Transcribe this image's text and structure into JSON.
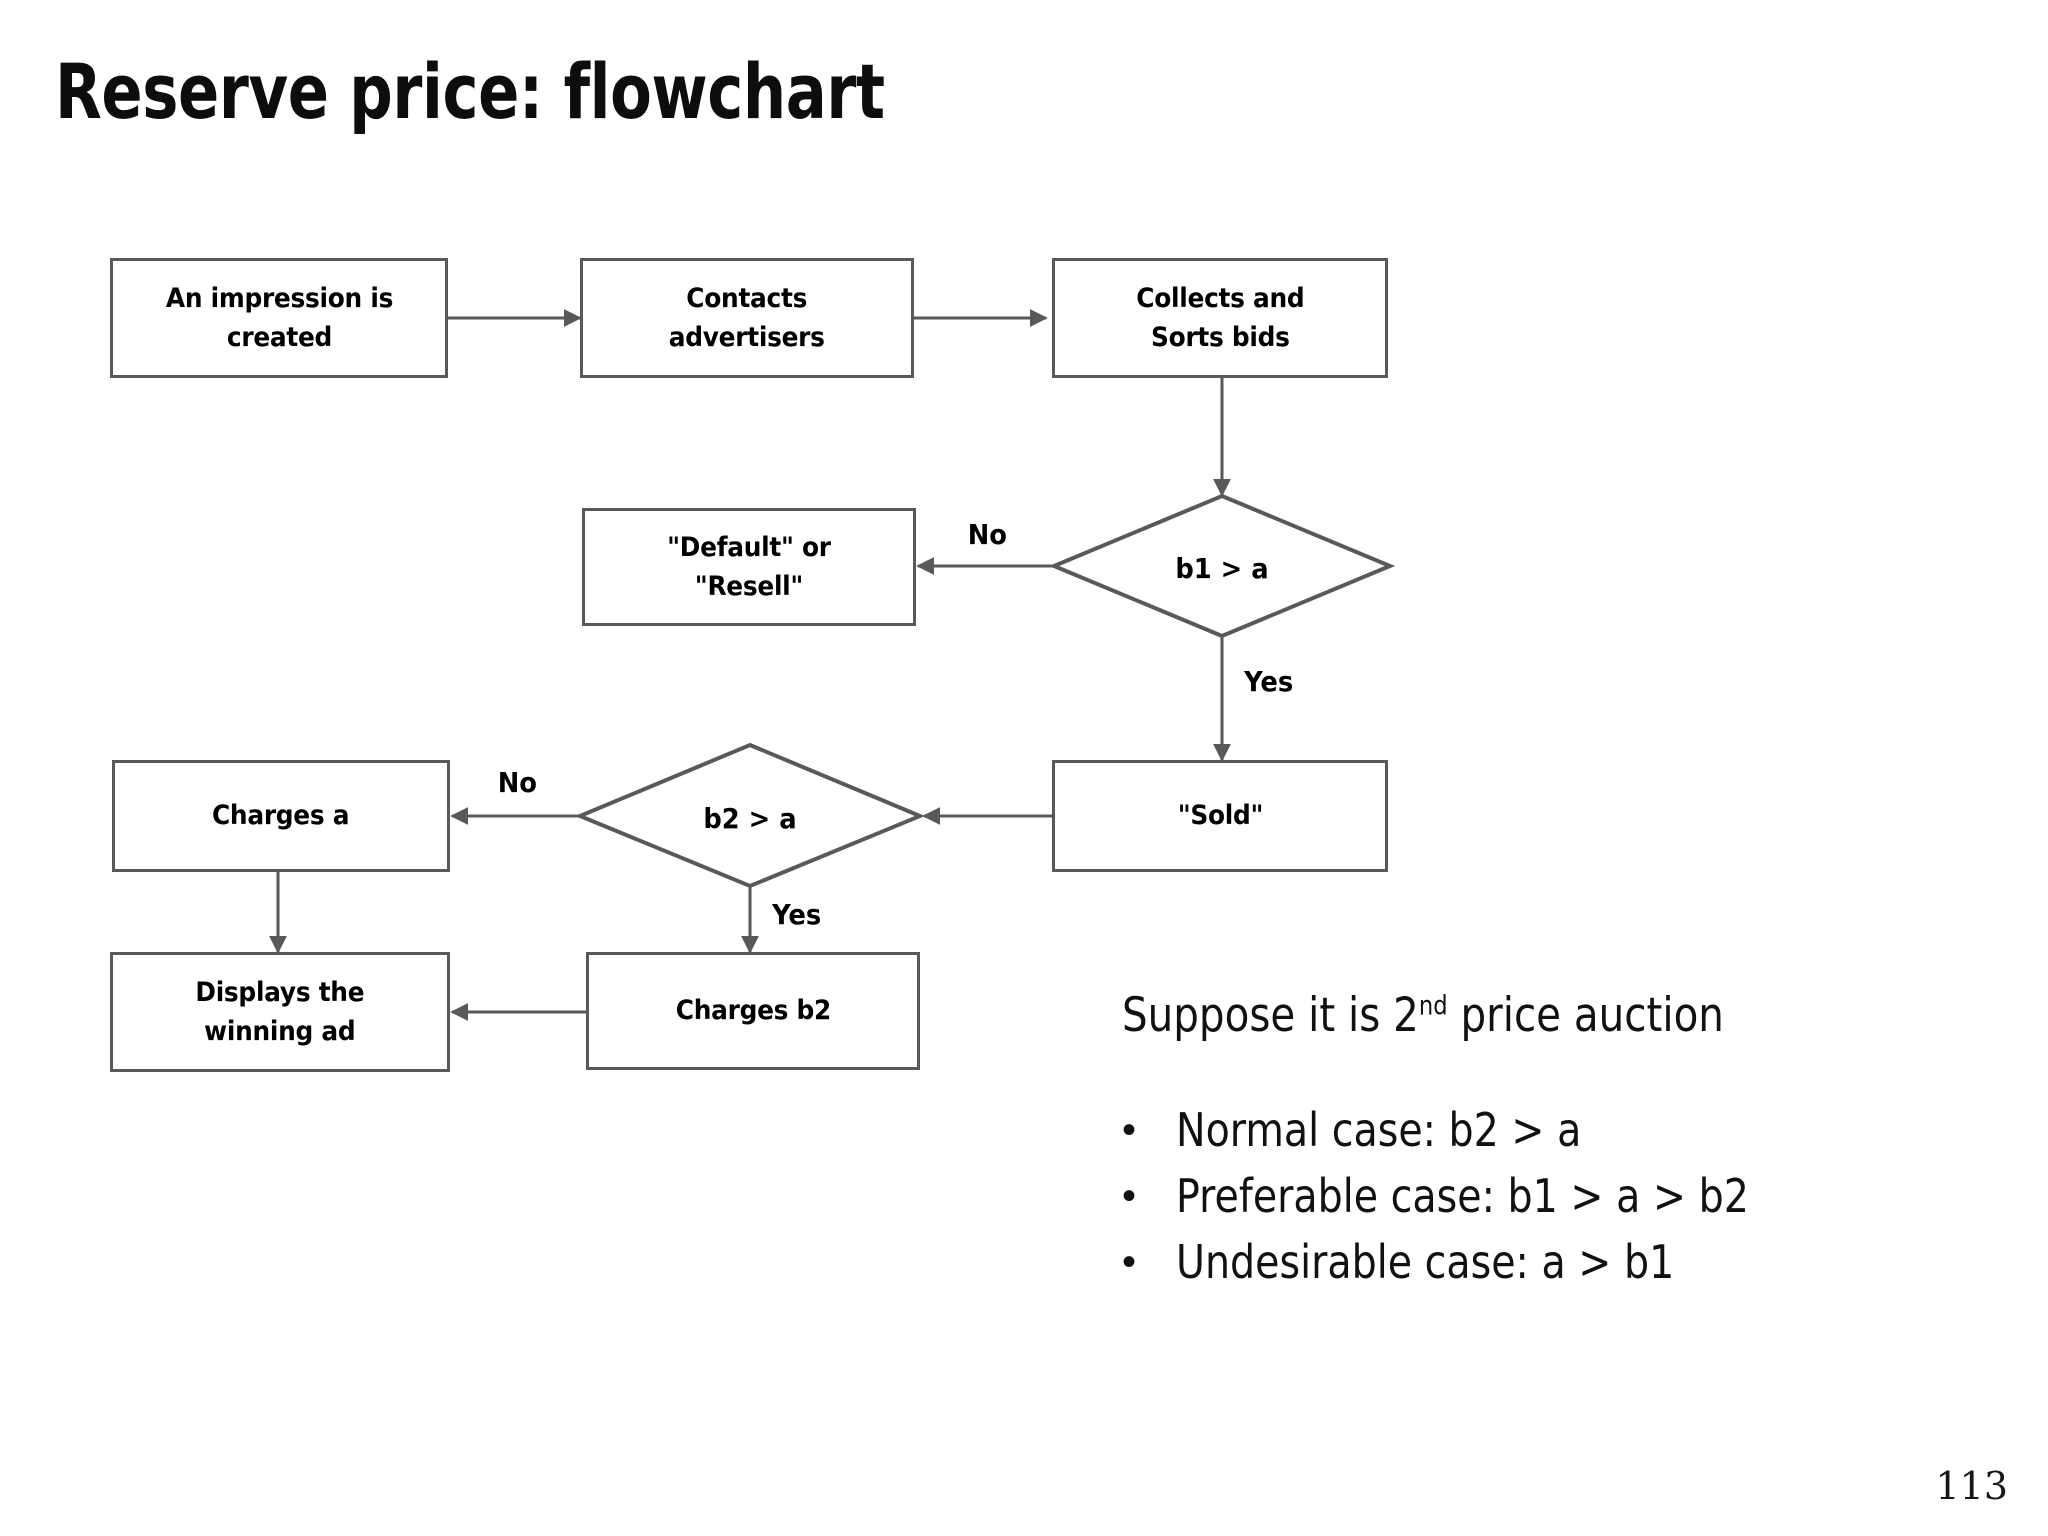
{
  "slide": {
    "title": "Reserve price: flowchart",
    "page_number": "113",
    "line_color": "#58595b"
  },
  "flowchart": {
    "nodes": [
      {
        "id": "impression",
        "label": "An impression is\ncreated",
        "shape": "rect"
      },
      {
        "id": "contacts",
        "label": "Contacts\nadvertisers",
        "shape": "rect"
      },
      {
        "id": "collects",
        "label": "Collects and\nSorts bids",
        "shape": "rect"
      },
      {
        "id": "decision-b1",
        "label": "b1 > a",
        "shape": "diamond"
      },
      {
        "id": "default",
        "label": "\"Default\" or\n\"Resell\"",
        "shape": "rect"
      },
      {
        "id": "sold",
        "label": "\"Sold\"",
        "shape": "rect"
      },
      {
        "id": "decision-b2",
        "label": "b2 > a",
        "shape": "diamond"
      },
      {
        "id": "charges-a",
        "label": "Charges a",
        "shape": "rect"
      },
      {
        "id": "charges-b2",
        "label": "Charges b2",
        "shape": "rect"
      },
      {
        "id": "displays",
        "label": "Displays the\nwinning ad",
        "shape": "rect"
      }
    ],
    "edge_labels": {
      "b1_no": "No",
      "b1_yes": "Yes",
      "b2_no": "No",
      "b2_yes": "Yes"
    }
  },
  "body": {
    "lead_prefix": "Suppose it is 2",
    "lead_sup": "nd",
    "lead_suffix": " price auction",
    "bullet_marker": "•",
    "bullets": [
      "Normal case: b2 > a",
      "Preferable case: b1 > a > b2",
      "Undesirable case: a > b1"
    ]
  }
}
